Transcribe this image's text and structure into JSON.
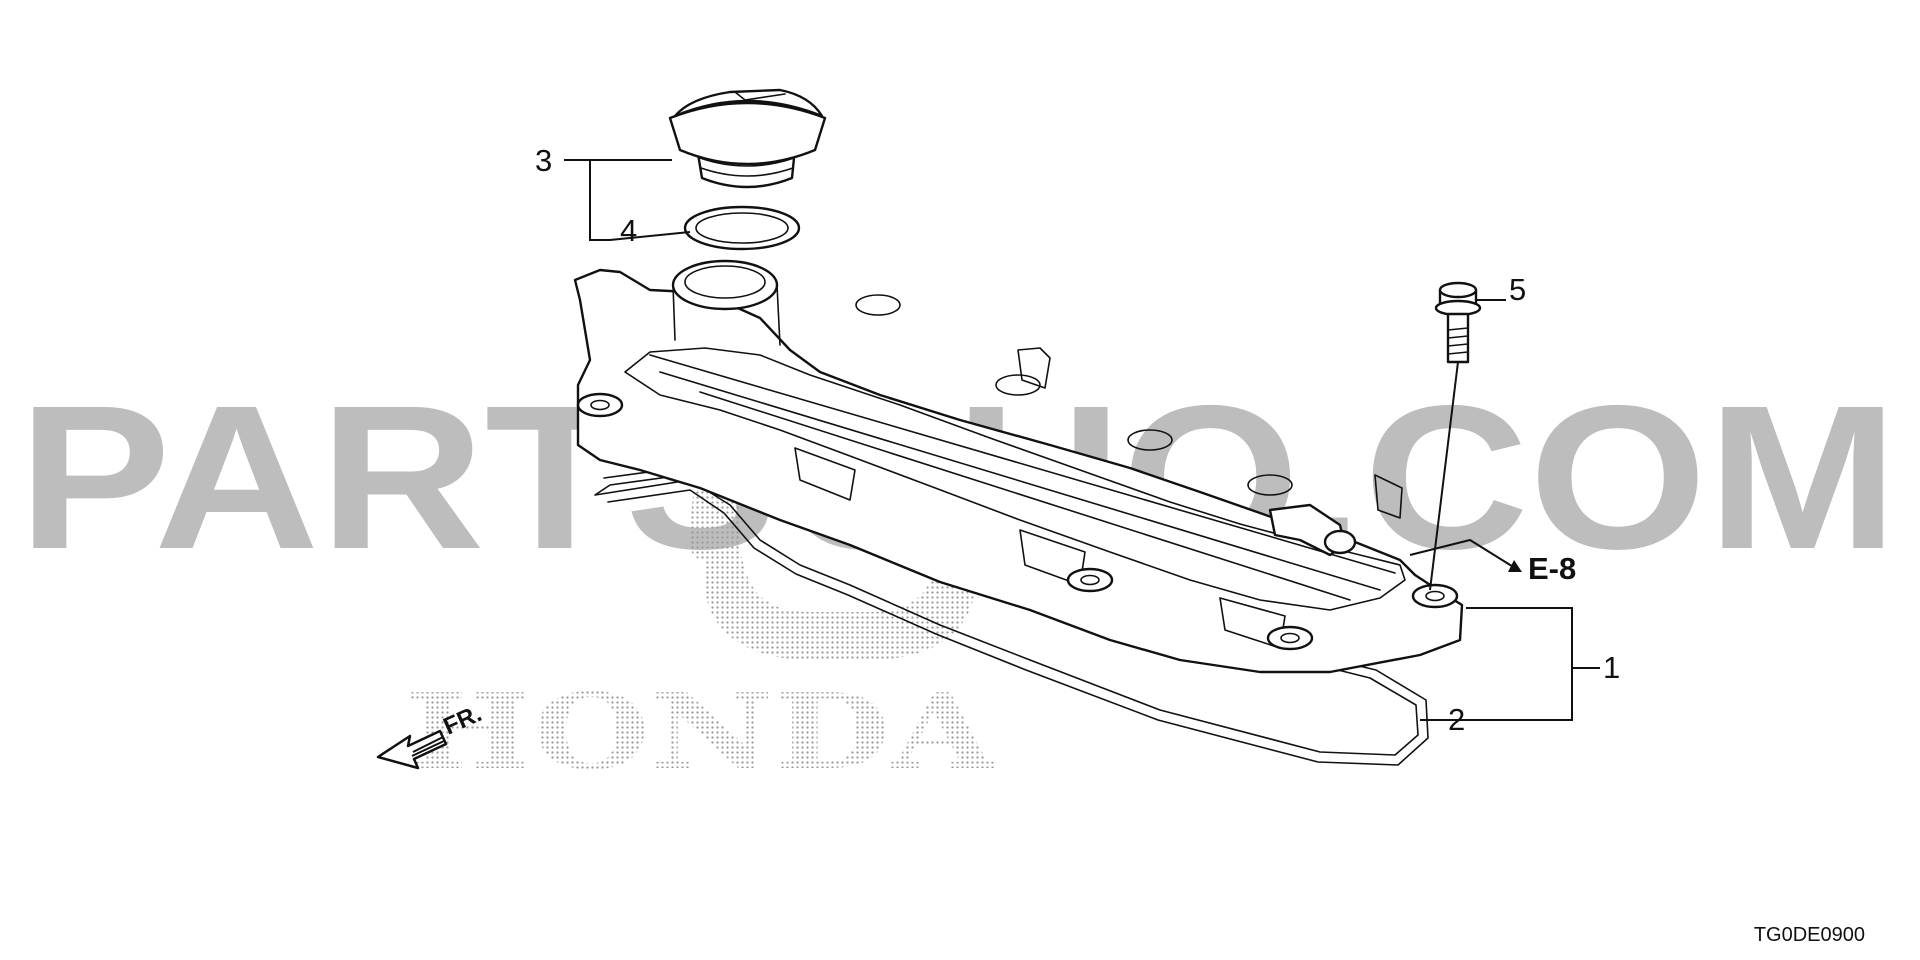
{
  "watermark": {
    "text": "PARTSOUQ.COM",
    "brand": "HONDA"
  },
  "callouts": [
    {
      "id": "3",
      "label": "3"
    },
    {
      "id": "4",
      "label": "4"
    },
    {
      "id": "5",
      "label": "5"
    },
    {
      "id": "1",
      "label": "1"
    },
    {
      "id": "2",
      "label": "2"
    }
  ],
  "reference": "E-8",
  "direction": "FR.",
  "diagram_code": "TG0DE0900",
  "parts": [
    {
      "name": "oil-filler-cap"
    },
    {
      "name": "o-ring"
    },
    {
      "name": "flange-bolt"
    },
    {
      "name": "cylinder-head-cover"
    },
    {
      "name": "head-cover-gasket"
    }
  ],
  "colors": {
    "line": "#111111",
    "watermark": "#bdbdbd",
    "background": "#ffffff"
  }
}
